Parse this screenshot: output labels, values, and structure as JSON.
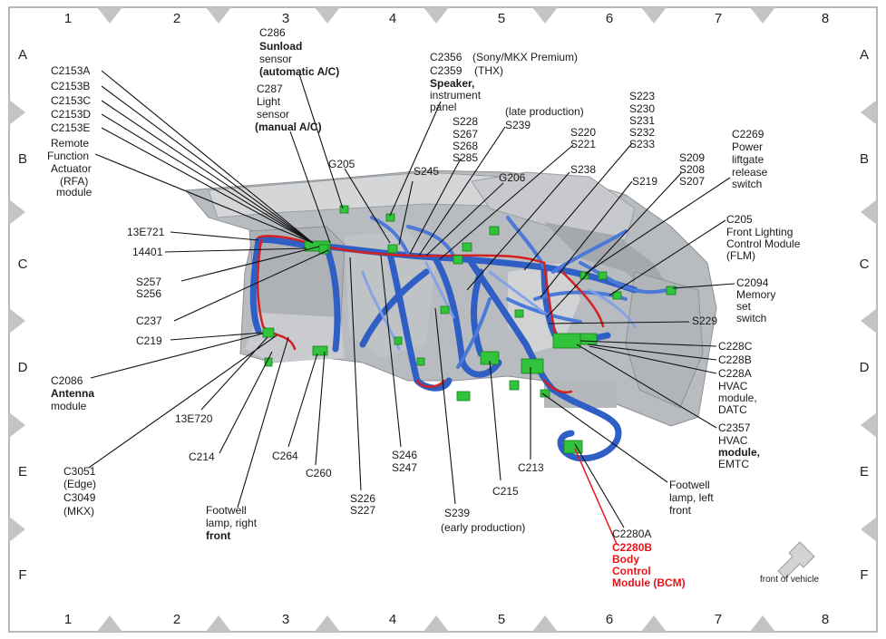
{
  "grid": {
    "columns": [
      "1",
      "2",
      "3",
      "4",
      "5",
      "6",
      "7",
      "8"
    ],
    "rows": [
      "A",
      "B",
      "C",
      "D",
      "E",
      "F"
    ]
  },
  "colors": {
    "harness": "#2f5fc4",
    "harness_light": "#7ea1e6",
    "red_wire": "#d42020",
    "connector": "#31c33b",
    "dash": "#a9acb0",
    "leader": "#111111",
    "highlight": "#e8161b"
  },
  "labels": {
    "c2153a": "C2153A",
    "c2153b": "C2153B",
    "c2153c": "C2153C",
    "c2153d": "C2153D",
    "c2153e": "C2153E",
    "rfa_1": "Remote",
    "rfa_2": "Function",
    "rfa_3": "Actuator",
    "rfa_4": "(RFA)",
    "rfa_5": "module",
    "c286": "C286",
    "sunload_1": "Sunload",
    "sunload_2": "sensor",
    "sunload_3": "(automatic A/C)",
    "c287": "C287",
    "light_1": "Light",
    "light_2": "sensor",
    "light_3": "(manual A/C)",
    "c2356": "C2356",
    "sony": "(Sony/MKX Premium)",
    "c2359": "C2359",
    "thx": "(THX)",
    "speaker_1": "Speaker,",
    "speaker_2": "instrument",
    "speaker_3": "panel",
    "late_prod": "(late production)",
    "s228": "S228",
    "s267": "S267",
    "s268": "S268",
    "s285": "S285",
    "s239_top": "S239",
    "s220": "S220",
    "s221": "S221",
    "s223": "S223",
    "s230": "S230",
    "s231": "S231",
    "s232": "S232",
    "s233": "S233",
    "g205": "G205",
    "s245": "S245",
    "g206": "G206",
    "s238": "S238",
    "s219": "S219",
    "s209": "S209",
    "s208": "S208",
    "s207": "S207",
    "c2269": "C2269",
    "liftgate_1": "Power",
    "liftgate_2": "liftgate",
    "liftgate_3": "release",
    "liftgate_4": "switch",
    "c205": "C205",
    "flm_1": "Front Lighting",
    "flm_2": "Control Module",
    "flm_3": "(FLM)",
    "c2094": "C2094",
    "mem_1": "Memory",
    "mem_2": "set",
    "mem_3": "switch",
    "c13e721": "13E721",
    "c14401": "14401",
    "s257": "S257",
    "s256": "S256",
    "c237": "C237",
    "c219": "C219",
    "s229": "S229",
    "c228c": "C228C",
    "c228b": "C228B",
    "c228a": "C228A",
    "hvac_datc_1": "HVAC",
    "hvac_datc_2": "module,",
    "hvac_datc_3": "DATC",
    "c2357": "C2357",
    "hvac_emtc_1": "HVAC",
    "hvac_emtc_2": "module,",
    "hvac_emtc_3": "EMTC",
    "c2086": "C2086",
    "ant_1": "Antenna",
    "ant_2": "module",
    "c13e720": "13E720",
    "c214": "C214",
    "c264": "C264",
    "c260": "C260",
    "s246": "S246",
    "s247": "S247",
    "s226": "S226",
    "s227": "S227",
    "s239_bottom": "S239",
    "early_prod": "(early production)",
    "c215": "C215",
    "c213": "C213",
    "c3051": "C3051",
    "edge": "(Edge)",
    "c3049": "C3049",
    "mkx": "(MKX)",
    "fw_right_1": "Footwell",
    "fw_right_2": "lamp, right",
    "fw_right_3": "front",
    "fw_left_1": "Footwell",
    "fw_left_2": "lamp, left",
    "fw_left_3": "front",
    "c2280a": "C2280A",
    "bcm_1": "C2280B",
    "bcm_2": "Body",
    "bcm_3": "Control",
    "bcm_4": "Module (BCM)",
    "front_of_vehicle": "front of vehicle"
  }
}
